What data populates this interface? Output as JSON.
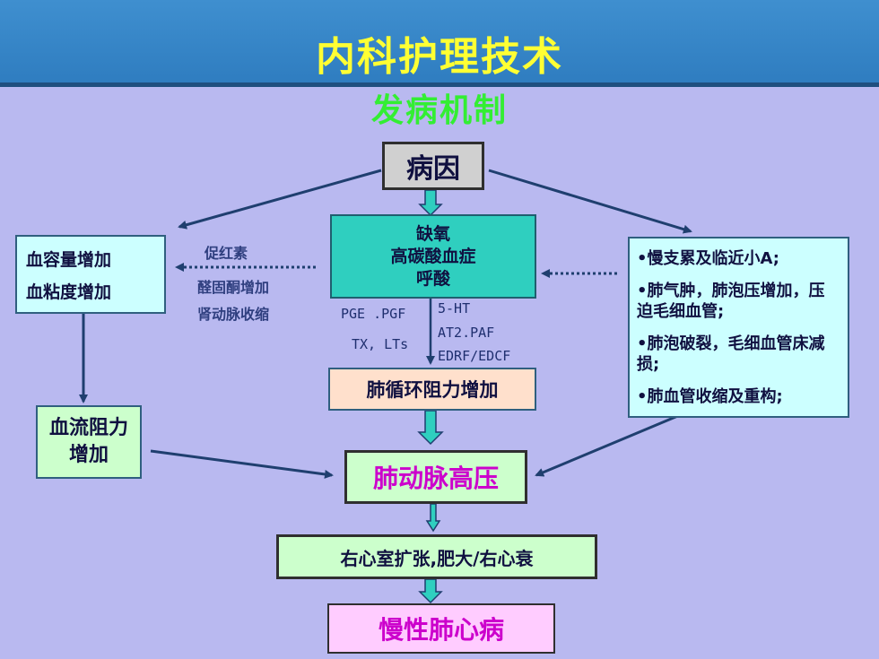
{
  "header": {
    "title": "内科护理技术",
    "subtitle": "发病机制"
  },
  "nodes": {
    "cause": "病因",
    "hypoxia": [
      "缺氧",
      "高碳酸血症",
      "呼酸"
    ],
    "blood": [
      "血容量增加",
      "血粘度增加"
    ],
    "lung_list": [
      "•慢支累及临近小A;",
      "•肺气肿，肺泡压增加，压迫毛细血管;",
      "•肺泡破裂，毛细血管床减损;",
      "•肺血管收缩及重构;"
    ],
    "resistance": "肺循环阻力增加",
    "flow": "血流阻力增加",
    "pah": "肺动脉高压",
    "rv": "右心室扩张,肥大/右心衰",
    "final": "慢性肺心病"
  },
  "labels": {
    "hormones": [
      "促红素",
      "醛固酮增加",
      "肾动脉收缩"
    ],
    "mediators_left": [
      "PGE .PGF",
      "TX, LTs"
    ],
    "mediators_right": [
      "5-HT",
      "AT2.PAF",
      "EDRF/EDCF"
    ]
  },
  "colors": {
    "title": "#ffff33",
    "subtitle": "#33ee33",
    "header": "#3f8fcf",
    "teal": "#2fcfbf",
    "cyan_box": "#ccffff",
    "green_box": "#ccffcc",
    "pink_box": "#ffccff",
    "magenta_text": "#cc00cc",
    "arrow": "#1f3f6f"
  }
}
